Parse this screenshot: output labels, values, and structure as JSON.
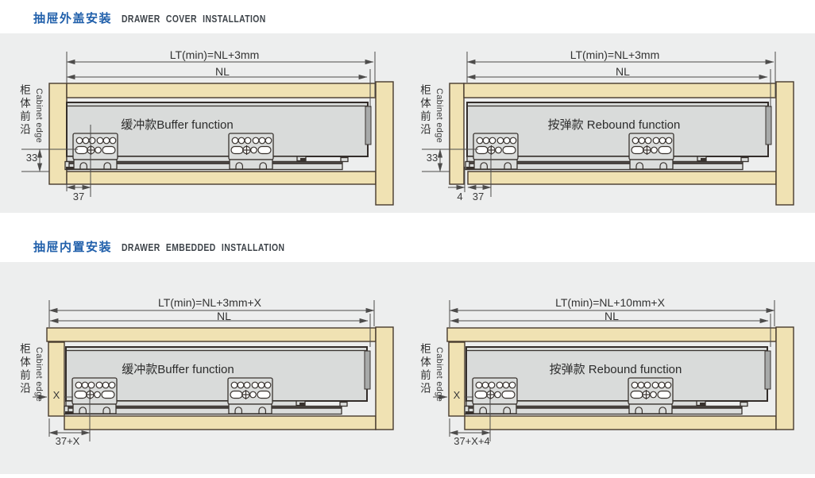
{
  "sections": [
    {
      "title_zh": "抽屉外盖安装",
      "title_en": "DRAWER COVER INSTALLATION",
      "diagrams": [
        {
          "name": "cover-buffer",
          "lt_dim": "LT(min)=NL+3mm",
          "nl_dim": "NL",
          "function_label": "缓冲款Buffer function",
          "cabinet_edge_zh": "柜体前沿",
          "cabinet_edge_en": "Cabinet edge",
          "height_dim": "33",
          "front_dim": "37"
        },
        {
          "name": "cover-rebound",
          "lt_dim": "LT(min)=NL+3mm",
          "nl_dim": "NL",
          "function_label": "按弹款 Rebound function",
          "cabinet_edge_zh": "柜体前沿",
          "cabinet_edge_en": "Cabinet edge",
          "height_dim": "33",
          "gap_dim": "4",
          "front_dim": "37"
        }
      ]
    },
    {
      "title_zh": "抽屉内置安装",
      "title_en": "DRAWER EMBEDDED INSTALLATION",
      "diagrams": [
        {
          "name": "embedded-buffer",
          "lt_dim": "LT(min)=NL+3mm+X",
          "nl_dim": "NL",
          "function_label": "缓冲款Buffer function",
          "cabinet_edge_zh": "柜体前沿",
          "cabinet_edge_en": "Cabinet edge",
          "setback_dim": "X",
          "front_dim": "37+X"
        },
        {
          "name": "embedded-rebound",
          "lt_dim": "LT(min)=NL+10mm+X",
          "nl_dim": "NL",
          "function_label": "按弹款 Rebound function",
          "cabinet_edge_zh": "柜体前沿",
          "cabinet_edge_en": "Cabinet edge",
          "setback_dim": "X",
          "front_dim": "37+X+4"
        }
      ]
    }
  ],
  "colors": {
    "accent_blue": "#2160ab",
    "panel_bg": "#edeeee",
    "wood": "#f0e2b3",
    "metal": "#d9dbda",
    "outline": "#38322e"
  }
}
